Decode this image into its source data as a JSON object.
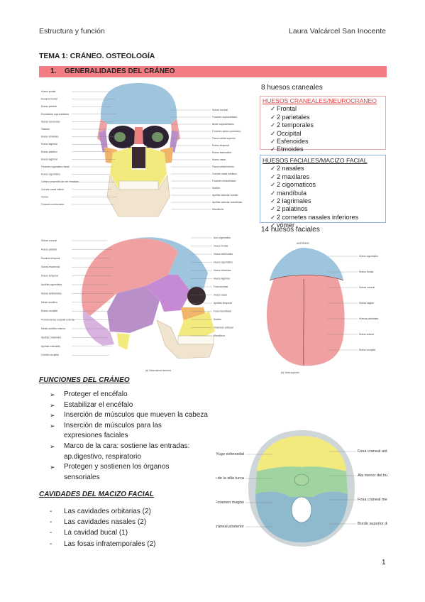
{
  "header": {
    "left": "Estructura y función",
    "right": "Laura Valcárcel San Inocente"
  },
  "tema_title": "TEMA 1: CRÁNEO. OSTEOLOGÍA",
  "section": {
    "number": "1.",
    "title": "GENERALIDADES DEL CRÁNEO"
  },
  "cranial_count": "8 huesos craneales",
  "neurocraneo": {
    "heading": "HUESOS CRANEALES/NEUROCRANEO",
    "items": [
      "Frontal",
      "2 parietales",
      "2 temporales",
      "Occipital",
      "Esfenoides",
      "Etmoides"
    ]
  },
  "facial": {
    "heading": "HUESOS FACIALES/MACIZO FACIAL",
    "items": [
      "2 nasales",
      "2 maxilares",
      "2 cigomaticos",
      "mandíbula",
      "2 lagrimales",
      "2 palatinos",
      "2 cornetes nasales inferiores",
      "vómer"
    ]
  },
  "facial_count": "14 huesos faciales",
  "check_glyph": "✓",
  "arrow_glyph": "➢",
  "dash_glyph": "-",
  "anterior_label": "ANTERIOR",
  "fig_front_labels": {
    "left": [
      "Hueso frontal",
      "Escama frontal",
      "Hueso parietal",
      "Escotadura supraorbitaria",
      "Sutura escamosa",
      "Glabela",
      "Hueso etmoides",
      "Hueso lagrimal",
      "Hueso palatino",
      "Hueso lagrimal",
      "Foramen cigomático facial",
      "Hueso cigomático",
      "Lámina perpendicular del etmoides",
      "Cornete nasal inferior",
      "Vómer",
      "Foramen mentoniano"
    ],
    "right": [
      "Sutura coronal",
      "Foramen supraorbitario",
      "Borde supraorbitario",
      "Foramen óptico (conducto)",
      "Fisura orbital superior",
      "Hueso temporal",
      "Hueso esfenoides",
      "Hueso nasal",
      "Fisura orbital inferior",
      "Cornete nasal mediano",
      "Foramen infraorbitario",
      "Maxilar",
      "Apófisis alveolar maxilar",
      "Apófisis alveolar mandibular",
      "Mandíbula"
    ]
  },
  "fig_lateral_labels": {
    "left": [
      "Sutura coronal",
      "Hueso parietal",
      "Escama temporal",
      "Sutura escamosa",
      "Hueso temporal",
      "Apófisis cigomática",
      "Sutura lambdoidea",
      "Meato acústico",
      "Hueso occipital",
      "Protuberancia occipital externa",
      "Meato auditivo externo",
      "Apófisis mastoides",
      "Apófisis estiloides",
      "Cóndilo occipital"
    ],
    "right": [
      "Arco cigomático",
      "Hueso frontal",
      "Hueso esfenoides",
      "Hueso cigomático",
      "Hueso etmoides",
      "Hueso lagrimal",
      "Fosa lacrimal",
      "Hueso nasal",
      "Apófisis temporal",
      "Fosa mandibular",
      "Maxilar",
      "Tubérculo articular",
      "Mandíbula"
    ],
    "caption": "(a) Vista lateral derecha"
  },
  "fig_superior_labels": {
    "right": [
      "Hueso cigomático",
      "Hueso frontal",
      "Sutura coronal",
      "Sutura sagital",
      "Huesos parietales",
      "Hueso sutural",
      "Hueso occipital"
    ],
    "caption": "(b) Vista superior"
  },
  "fig_base_labels": {
    "left": [
      "Yugo esfenoidal",
      "Dorso de la silla turca",
      "Foramen magno",
      "Fosa craneal posterior"
    ],
    "right": [
      "Fosa craneal anterior",
      "Ala menor del hueso esfenoides",
      "Fosa craneal media",
      "Borde superior de la porción petrosa"
    ]
  },
  "functions": {
    "title": "FUNCIONES DEL CRÁNEO",
    "items": [
      [
        "Proteger el encéfalo"
      ],
      [
        "Estabilizar el encéfalo"
      ],
      [
        "Inserción de músculos que mueven la cabeza"
      ],
      [
        "Inserción de músculos para las",
        "expresiones faciales"
      ],
      [
        "Marco de la cara: sostiene las entradas:",
        "ap.digestivo, respiratorio"
      ],
      [
        "Protegen y sostienen los órganos",
        "sensoriales"
      ]
    ]
  },
  "cavities": {
    "title": "CAVIDADES DEL MACIZO FACIAL",
    "items": [
      "Las cavidades orbitarias (2)",
      "Las cavidades nasales (2)",
      "La cavidad bucal (1)",
      "Las fosas infratemporales (2)"
    ]
  },
  "page_number": "1",
  "colors": {
    "section_bar": "#f27b84",
    "frontal": "#9fc5de",
    "parietal": "#f0a0a0",
    "temporal": "#a9c9a0",
    "sphenoid": "#b98fc9",
    "maxilla": "#f3ea7d",
    "mandible": "#f0e4cf",
    "zygomatic": "#f0b46b",
    "neuro_border": "#e8a9ad",
    "facial_border": "#8db3e2"
  }
}
